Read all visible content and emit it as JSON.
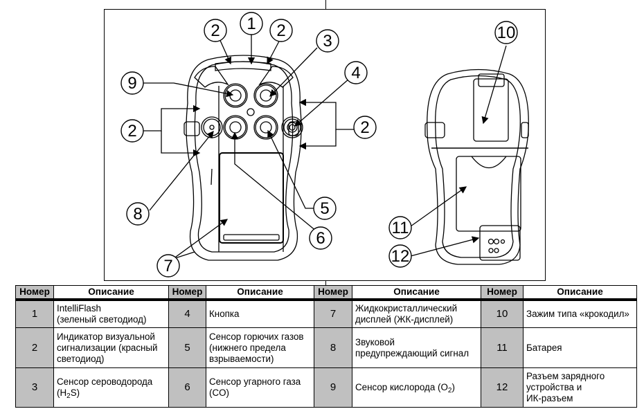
{
  "figure": {
    "front_callouts": [
      "1",
      "2",
      "2",
      "3",
      "4",
      "2",
      "9",
      "2",
      "8",
      "5",
      "6",
      "7"
    ],
    "back_callouts": [
      "10",
      "11",
      "12"
    ]
  },
  "table": {
    "header_number": "Номер",
    "header_description": "Описание",
    "rows": [
      [
        {
          "num": "1",
          "desc_lines": [
            "IntelliFlash",
            "(зеленый светодиод)"
          ]
        },
        {
          "num": "4",
          "desc_lines": [
            "Кнопка"
          ]
        },
        {
          "num": "7",
          "desc_lines": [
            "Жидкокристаллический",
            "дисплей (ЖК-дисплей)"
          ]
        },
        {
          "num": "10",
          "desc_lines": [
            "Зажим типа «крокодил»"
          ]
        }
      ],
      [
        {
          "num": "2",
          "desc_lines": [
            "Индикатор визуальной",
            "сигнализации (красный",
            "светодиод)"
          ]
        },
        {
          "num": "5",
          "desc_lines": [
            "Сенсор горючих газов",
            "(нижнего предела",
            "взрываемости)"
          ]
        },
        {
          "num": "8",
          "desc_lines": [
            "Звуковой",
            "предупреждающий сигнал"
          ]
        },
        {
          "num": "11",
          "desc_lines": [
            "Батарея"
          ]
        }
      ],
      [
        {
          "num": "3",
          "desc_lines": [
            "Сенсор сероводорода",
            "(H",
            "2",
            "S)"
          ]
        },
        {
          "num": "6",
          "desc_lines": [
            "Сенсор угарного газа",
            "(CO)"
          ]
        },
        {
          "num": "9",
          "desc_lines": [
            "Сенсор кислорода (O",
            "2",
            ")"
          ]
        },
        {
          "num": "12",
          "desc_lines": [
            "Разъем зарядного",
            "устройства и",
            "ИК-разъем"
          ]
        }
      ]
    ]
  }
}
